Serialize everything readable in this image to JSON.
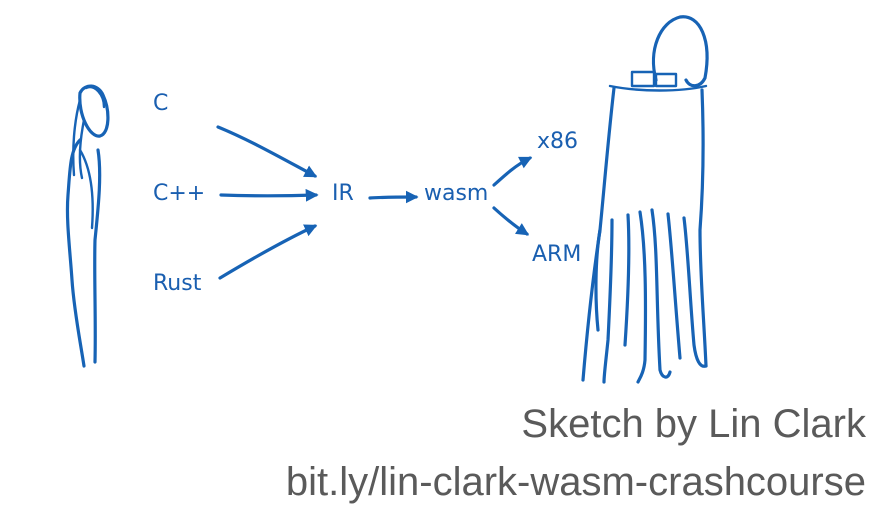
{
  "diagram": {
    "languages": [
      "C",
      "C++",
      "Rust"
    ],
    "intermediate": "IR",
    "wasm": "wasm",
    "targets": [
      "x86",
      "ARM"
    ]
  },
  "credit": {
    "line1": "Sketch by Lin Clark",
    "line2": "bit.ly/lin-clark-wasm-crashcourse"
  },
  "colors": {
    "ink": "#1763b5",
    "credit_text": "#5a5a5a",
    "background": "#ffffff"
  }
}
